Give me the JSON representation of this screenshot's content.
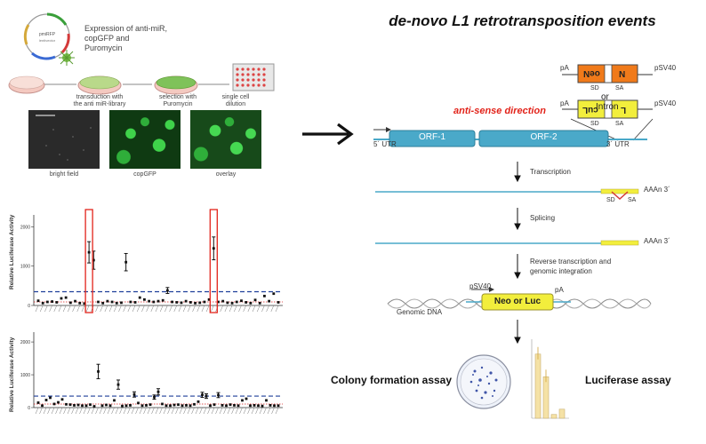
{
  "title": "de-novo L1 retrotransposition events",
  "plasmid": {
    "name": "pmiRFP",
    "caption_lines": [
      "Expression of anti-miR, copGFP and",
      "Puromycin"
    ]
  },
  "workflow": {
    "steps": [
      {
        "label_lines": [
          "transduction with",
          "the anti miR-library"
        ]
      },
      {
        "label_lines": [
          "selection with",
          "Puromycin"
        ]
      },
      {
        "label_lines": [
          "single cell",
          "dilution"
        ]
      }
    ]
  },
  "micrographs": [
    {
      "caption": "bright field"
    },
    {
      "caption": "copGFP"
    },
    {
      "caption": "overlay"
    }
  ],
  "plots": [
    {
      "ylabel": "Relative Luciferase Activity",
      "yticks": [
        "2000",
        "1000",
        "0"
      ],
      "values": [
        120,
        60,
        90,
        100,
        80,
        180,
        200,
        70,
        110,
        60,
        50,
        1350,
        1150,
        90,
        60,
        110,
        90,
        60,
        70,
        1100,
        90,
        80,
        200,
        150,
        110,
        90,
        110,
        130,
        380,
        90,
        80,
        70,
        110,
        80,
        60,
        70,
        90,
        150,
        1450,
        90,
        110,
        70,
        60,
        90,
        120,
        80,
        60,
        140,
        60,
        240,
        110,
        300,
        80
      ],
      "highlight": [
        11,
        38
      ],
      "threshold": 350,
      "ymax": 2300
    },
    {
      "ylabel": "Relative Luciferase Activity",
      "yticks": [
        "2000",
        "1000",
        "0"
      ],
      "values": [
        150,
        60,
        230,
        300,
        110,
        160,
        250,
        100,
        90,
        70,
        80,
        60,
        60,
        90,
        40,
        1100,
        60,
        80,
        60,
        220,
        700,
        50,
        60,
        70,
        400,
        140,
        60,
        70,
        90,
        320,
        480,
        110,
        60,
        60,
        80,
        90,
        60,
        70,
        60,
        100,
        180,
        390,
        350,
        60,
        90,
        380,
        70,
        60,
        90,
        70,
        60,
        220,
        270,
        60,
        70,
        60,
        50,
        220,
        70,
        60,
        60
      ],
      "threshold": 350,
      "ymax": 2300
    }
  ],
  "construct": {
    "pa_left": "pA",
    "psv40_right": "pSV40",
    "neo_rev": "oeN",
    "sd": "SD",
    "sa": "SA",
    "or": "or",
    "intron": "Intron",
    "luc_rev": "cuL",
    "antisense": "anti-sense direction",
    "utr5": "5´ UTR",
    "orf1": "ORF-1",
    "orf2": "ORF-2",
    "utr3": "3´ UTR"
  },
  "steps": {
    "transcription": "Transcription",
    "splicing": "Splicing",
    "rt_lines": [
      "Reverse transcription and",
      "genomic integration"
    ],
    "polyA": "AAAn 3´"
  },
  "integration": {
    "psv40": "pSV40",
    "pa": "pA",
    "box": "Neo or Luc",
    "genomic": "Genomic DNA"
  },
  "assays": {
    "colony": "Colony formation assay",
    "luciferase": "Luciferase assay",
    "bars": [
      0.85,
      0.55,
      0.05,
      0.12
    ]
  },
  "colors": {
    "orf": "#4aa9c9",
    "neo": "#f07a1a",
    "yellow": "#f2ee3c",
    "red_label": "#e2231a",
    "threshold_blue": "#1f3f9a",
    "threshold_red": "#d62020",
    "gfp": "#2fae3a"
  }
}
